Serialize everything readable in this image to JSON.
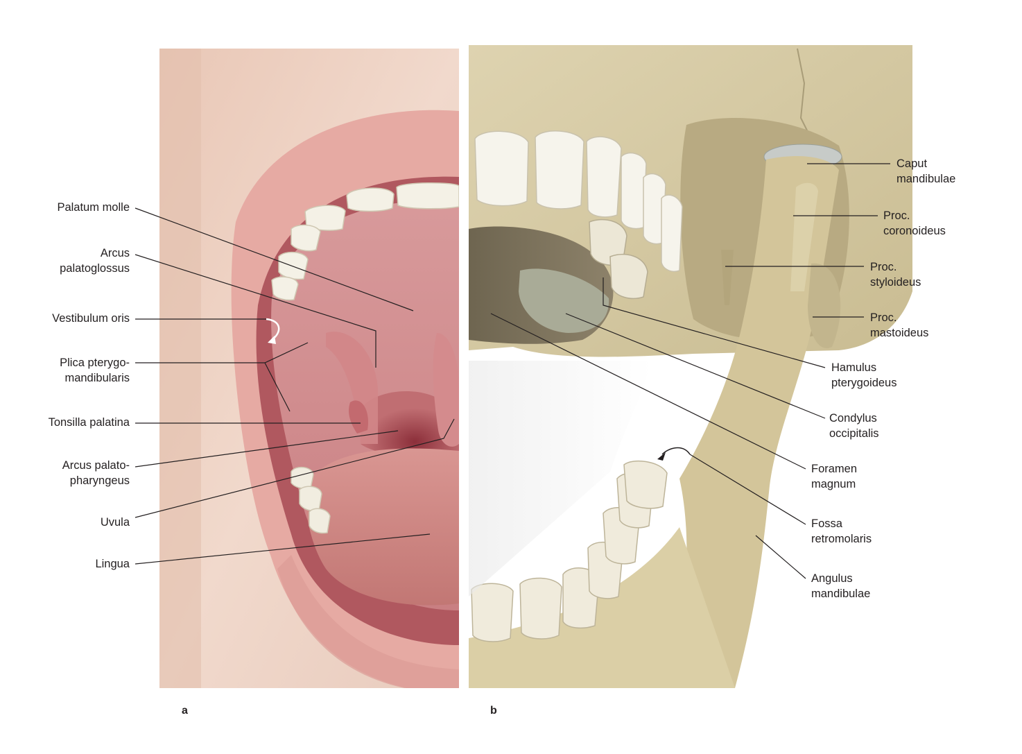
{
  "panels": {
    "a": "a",
    "b": "b"
  },
  "left_labels": [
    {
      "id": "palatum-molle",
      "lines": [
        "Palatum molle"
      ]
    },
    {
      "id": "arcus-palatoglossus",
      "lines": [
        "Arcus",
        "palatoglossus"
      ]
    },
    {
      "id": "vestibulum-oris",
      "lines": [
        "Vestibulum oris"
      ]
    },
    {
      "id": "plica-pterygomandibularis",
      "lines": [
        "Plica pterygo-",
        "mandibularis"
      ]
    },
    {
      "id": "tonsilla-palatina",
      "lines": [
        "Tonsilla palatina"
      ]
    },
    {
      "id": "arcus-palatopharyngeus",
      "lines": [
        "Arcus palato-",
        "pharyngeus"
      ]
    },
    {
      "id": "uvula",
      "lines": [
        "Uvula"
      ]
    },
    {
      "id": "lingua",
      "lines": [
        "Lingua"
      ]
    }
  ],
  "right_labels": [
    {
      "id": "caput-mandibulae",
      "lines": [
        "Caput",
        "mandibulae"
      ]
    },
    {
      "id": "proc-coronoideus",
      "lines": [
        "Proc.",
        "coronoideus"
      ]
    },
    {
      "id": "proc-styloideus",
      "lines": [
        "Proc.",
        "styloideus"
      ]
    },
    {
      "id": "proc-mastoideus",
      "lines": [
        "Proc.",
        "mastoideus"
      ]
    },
    {
      "id": "hamulus-pterygoideus",
      "lines": [
        "Hamulus",
        "pterygoideus"
      ]
    },
    {
      "id": "condylus-occipitalis",
      "lines": [
        "Condylus",
        "occipitalis"
      ]
    },
    {
      "id": "foramen-magnum",
      "lines": [
        "Foramen",
        "magnum"
      ]
    },
    {
      "id": "fossa-retromolaris",
      "lines": [
        "Fossa",
        "retromolaris"
      ]
    },
    {
      "id": "angulus-mandibulae",
      "lines": [
        "Angulus",
        "mandibulae"
      ]
    }
  ],
  "colors": {
    "skin": "#efd3c6",
    "lip": "#e3a6a0",
    "mucosa": "#d98e8f",
    "throat": "#a8464e",
    "tongue": "#cf8a84",
    "tooth": "#f4f1e6",
    "bone": "#d9cda6",
    "bone_dark": "#8f8466",
    "leader": "#231f20"
  }
}
